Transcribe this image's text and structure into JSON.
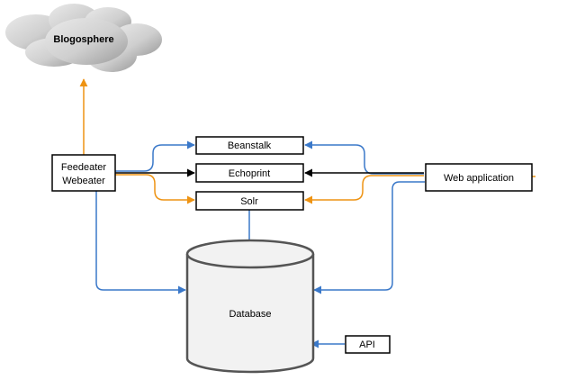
{
  "nodes": {
    "blogosphere": "Blogosphere",
    "feedeater_line1": "Feedeater",
    "feedeater_line2": "Webeater",
    "beanstalk": "Beanstalk",
    "echoprint": "Echoprint",
    "solr": "Solr",
    "web_application": "Web application",
    "database": "Database",
    "api": "API"
  },
  "colors": {
    "blue_edge": "#3a78c9",
    "orange_edge": "#ee9313",
    "black_edge": "#000000",
    "cloud_light": "#e4e4e4",
    "cloud_dark": "#9c9c9c",
    "database_fill": "#f2f2f2"
  }
}
